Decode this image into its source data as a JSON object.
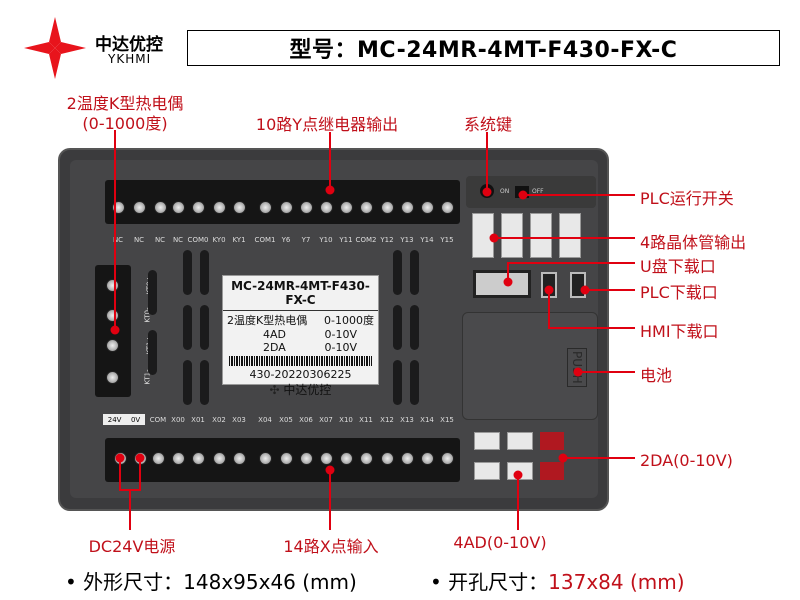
{
  "brand": {
    "name_cn": "中达优控",
    "name_en": "YKHMI"
  },
  "title": "型号：MC-24MR-4MT-F430-FX-C",
  "callouts": {
    "thermocouple_line1": "2温度K型热电偶",
    "thermocouple_line2": "(0-1000度)",
    "relay_output": "10路Y点继电器输出",
    "system_key": "系统键",
    "run_switch": "PLC运行开关",
    "transistor_output": "4路晶体管输出",
    "usb_download": "U盘下载口",
    "plc_download": "PLC下载口",
    "hmi_download": "HMI下载口",
    "battery": "电池",
    "da": "2DA(0-10V)",
    "power": "DC24V电源",
    "x_input": "14路X点输入",
    "ad": "4AD(0-10V)"
  },
  "device": {
    "top_terminals": [
      "NC",
      "NC",
      "NC",
      "NC",
      "COM0",
      "KY0",
      "KY1",
      "COM1",
      "Y6",
      "Y7",
      "Y10",
      "Y11",
      "COM2",
      "Y12",
      "Y13",
      "Y14",
      "Y15"
    ],
    "bottom_terminals": [
      "COM",
      "X00",
      "X01",
      "X02",
      "X03",
      "X04",
      "X05",
      "X06",
      "X07",
      "X10",
      "X11",
      "X12",
      "X13",
      "X14",
      "X15"
    ],
    "power_labels": [
      "24V",
      "0V"
    ],
    "kt_terminals": [
      "KT0+",
      "KT0-",
      "KT1+",
      "KT1-"
    ],
    "switch_on": "ON",
    "switch_off": "OFF",
    "push_label": "PUSH",
    "sticker": {
      "model": "MC-24MR-4MT-F430-FX-C",
      "rows": [
        [
          "2温度K型热电偶",
          "0-1000度"
        ],
        [
          "4AD",
          "0-10V"
        ],
        [
          "2DA",
          "0-10V"
        ]
      ],
      "serial": "430-20220306225",
      "brand": "中达优控"
    }
  },
  "specs": {
    "outer_label": "• 外形尺寸：",
    "outer_value": "148x95x46 (mm)",
    "cutout_label": "• 开孔尺寸：",
    "cutout_value": "137x84 (mm)"
  }
}
